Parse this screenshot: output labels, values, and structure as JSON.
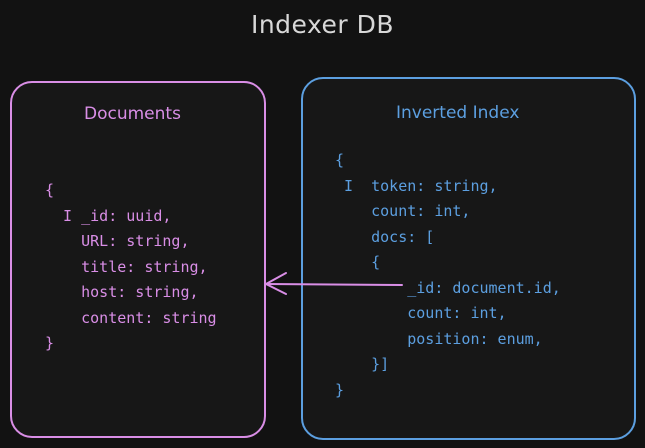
{
  "title": "Indexer DB",
  "documents": {
    "title": "Documents",
    "lines": [
      "{",
      "  I _id: uuid,",
      "    URL: string,",
      "    title: string,",
      "    host: string,",
      "    content: string",
      "}"
    ]
  },
  "inverted_index": {
    "title": "Inverted Index",
    "lines": [
      "{",
      " I  token: string,",
      "    count: int,",
      "    docs: [",
      "    {",
      "        _id: document.id,",
      "        count: int,",
      "        position: enum,",
      "    }]",
      "}"
    ]
  },
  "colors": {
    "documents": "#d98ee6",
    "inverted_index": "#5c9fe0",
    "background": "#121212",
    "title": "#d8d8d8"
  }
}
